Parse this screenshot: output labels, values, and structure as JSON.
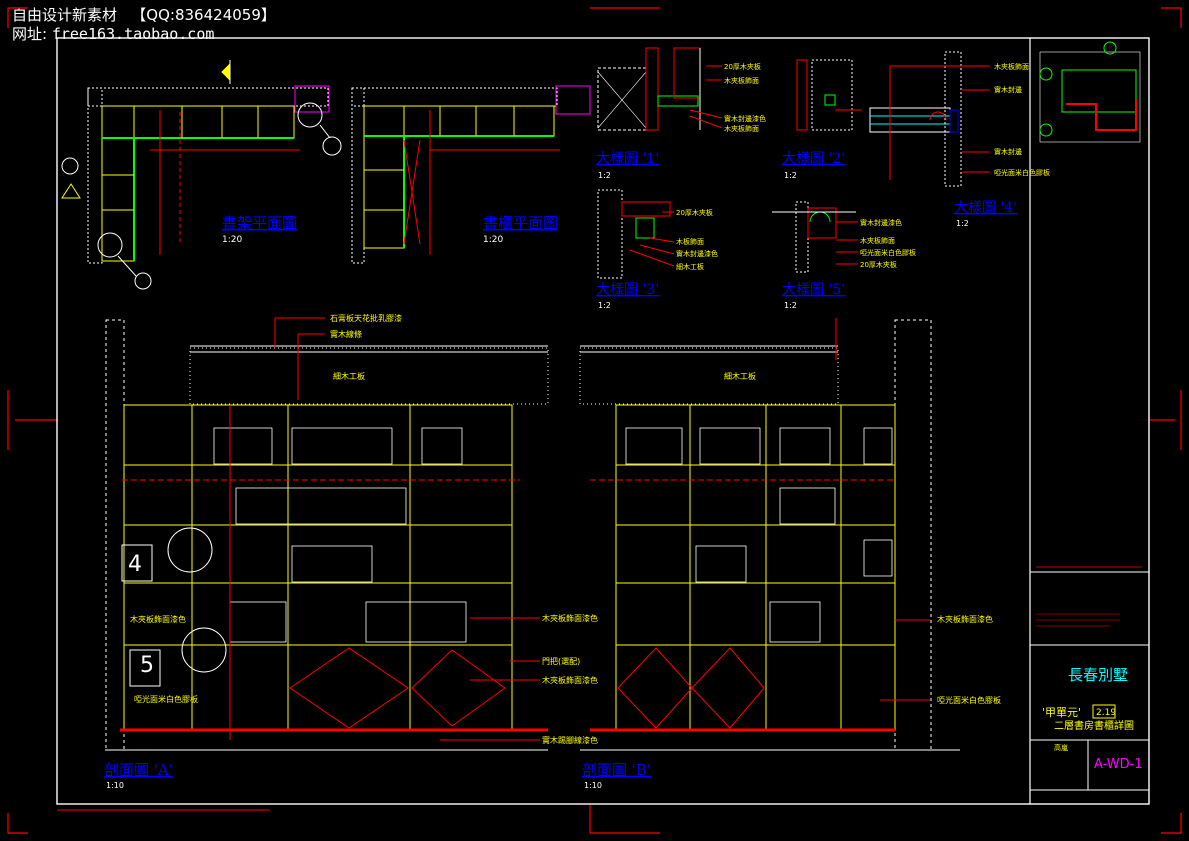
{
  "header": {
    "line1": "自由设计新素材   【QQ:836424059】",
    "line2_prefix": "网址:",
    "line2_url": "free163.taobao.com"
  },
  "plans": {
    "plan1_title": "書架平面圖",
    "plan1_scale": "1:20",
    "plan2_title": "書櫃平面圖",
    "plan2_scale": "1:20"
  },
  "details": {
    "d1_title": "大樣圖 '1'",
    "d1_scale": "1:2",
    "d2_title": "大樣圖 '2'",
    "d2_scale": "1:2",
    "d3_title": "大樣圖 '3'",
    "d3_scale": "1:2",
    "d4_title": "大樣圖 '4'",
    "d4_scale": "1:2",
    "d5_title": "大樣圖 '5'",
    "d5_scale": "1:2",
    "d1_notes": [
      "20厚木夾板",
      "木夾板飾面",
      "實木封邊漆色",
      "木夾板飾面"
    ],
    "d3_notes": [
      "20厚木夾板",
      "木板飾面",
      "實木封邊漆色",
      "細木工板"
    ],
    "d5_notes": [
      "實木封邊漆色",
      "木夾板飾面",
      "啞光面米白色膠板",
      "20厚木夾板"
    ],
    "d4_notes": [
      "木夾板飾面",
      "實木封邊",
      "實木封邊",
      "啞光面米白色膠板"
    ]
  },
  "elevations": {
    "a_title": "剖面圖 'A'",
    "a_scale": "1:10",
    "b_title": "剖面圖 'B'",
    "b_scale": "1:10",
    "top_note1": "石膏板天花批乳膠漆",
    "top_note2": "實木線條",
    "ceiling_label": "細木工板",
    "mid_notes": [
      "木夾板飾面漆色",
      "門把(選配)",
      "木夾板飾面漆色",
      "實木踢腳線漆色"
    ],
    "a_left_notes": [
      "木夾板飾面漆色",
      "啞光面米白色膠板"
    ],
    "b_right_notes": [
      "木夾板飾面漆色",
      "啞光面米白色膠板"
    ],
    "callouts": [
      "4",
      "5"
    ]
  },
  "titleblock": {
    "project": "長春別墅",
    "code_label": "'甲單元'",
    "code_box": "2.19",
    "drawing_name": "二層書房書櫃詳圖",
    "stamp": "A-WD-1",
    "author": "高嵐"
  },
  "colors": {
    "frame": "#ffffff",
    "border": "#ff0000",
    "title": "#0000ff",
    "yellow": "#ffff00",
    "red": "#ff0000",
    "green": "#00ff00",
    "magenta": "#ff00ff",
    "cyan": "#00ffff"
  }
}
